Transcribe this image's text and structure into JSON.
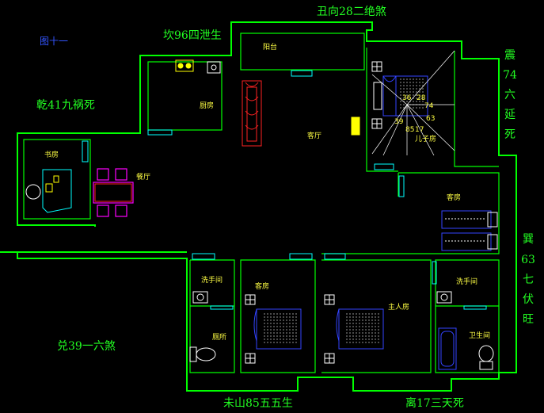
{
  "diagram_title": "图十一",
  "fengshui_labels": {
    "top_center": "丑向28二绝煞",
    "top_left": "坎96四泄生",
    "left": "乾41九祸死",
    "right_upper": [
      "震",
      "74",
      "六",
      "延",
      "死"
    ],
    "right_lower": [
      "巽",
      "63",
      "七",
      "伏",
      "旺"
    ],
    "left_bottom": "兑39一六煞",
    "bottom_center": "未山85五五生",
    "bottom_right": "离17三天死"
  },
  "rooms": {
    "balcony": "阳台",
    "kitchen": "厨房",
    "living_room": "客厅",
    "study": "书房",
    "dining_room": "餐厅",
    "son_room": "儿子房",
    "guest_room_right": "客房",
    "washroom_left": "洗手间",
    "guest_room_bottom": "客房",
    "toilet_left": "厕所",
    "master_bedroom": "主人房",
    "washroom_right": "洗手间",
    "bathroom_right": "卫生间"
  },
  "compass_numbers": {
    "n1": "36",
    "n2": "28",
    "n3": "74",
    "n4": "39",
    "n5": "85",
    "n6": "17",
    "n7": "63"
  }
}
